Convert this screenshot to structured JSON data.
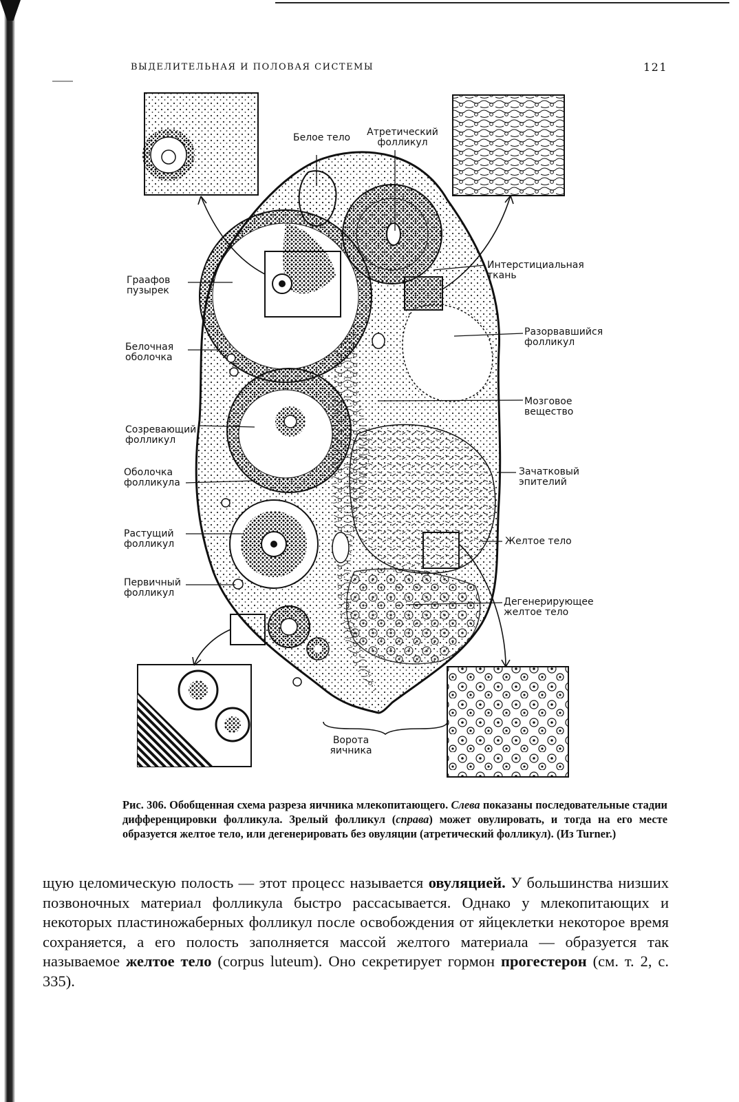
{
  "header": {
    "running_title": "ВЫДЕЛИТЕЛЬНАЯ И ПОЛОВАЯ СИСТЕМЫ",
    "page_number": "121"
  },
  "figure": {
    "labels": {
      "beloe_telo": "Белое тело",
      "atretic": "Атретический фолликул",
      "graafian": "Граафов пузырек",
      "tunica": "Белочная оболочка",
      "maturing": "Созревающий фолликул",
      "theca": "Оболочка фолликула",
      "growing": "Растущий фолликул",
      "primary": "Первичный фолликул",
      "interstitial": "Интерстициальная ткань",
      "ruptured": "Разорвавшийся фолликул",
      "medulla": "Мозговое вещество",
      "germinal": "Зачатковый эпителий",
      "corpus_luteum": "Желтое тело",
      "degenerating": "Дегенерирующее желтое тело",
      "hilum": "Ворота яичника"
    }
  },
  "caption": {
    "lead": "Рис. 306. Обобщенная схема разреза яичника млекопитающего.",
    "p1": " ",
    "i1": "Слева",
    "p2": " показаны последовательные стадии дифференцировки фолликула. Зрелый фолликул (",
    "i2": "справа",
    "p3": ") может овулировать, и тогда на его месте образуется желтое тело, или дегенерировать без овуляции (атретический фолликул). (Из Turner.)"
  },
  "body": {
    "t1": "щую целомическую полость — этот процесс называется ",
    "b1": "овуляцией.",
    "t2": " У большинства низших позвоночных материал фолликула быстро рассасывается. Однако у млекопитающих и некоторых пластиножаберных фолликул после освобождения от яйцеклетки некоторое время сохраняется, а его полость заполняется массой желтого материала — образуется так называемое ",
    "b2": "желтое тело",
    "t3": " (corpus luteum). Оно секретирует гормон ",
    "b3": "прогестерон",
    "t4": " (см. т. 2, с. 335)."
  }
}
